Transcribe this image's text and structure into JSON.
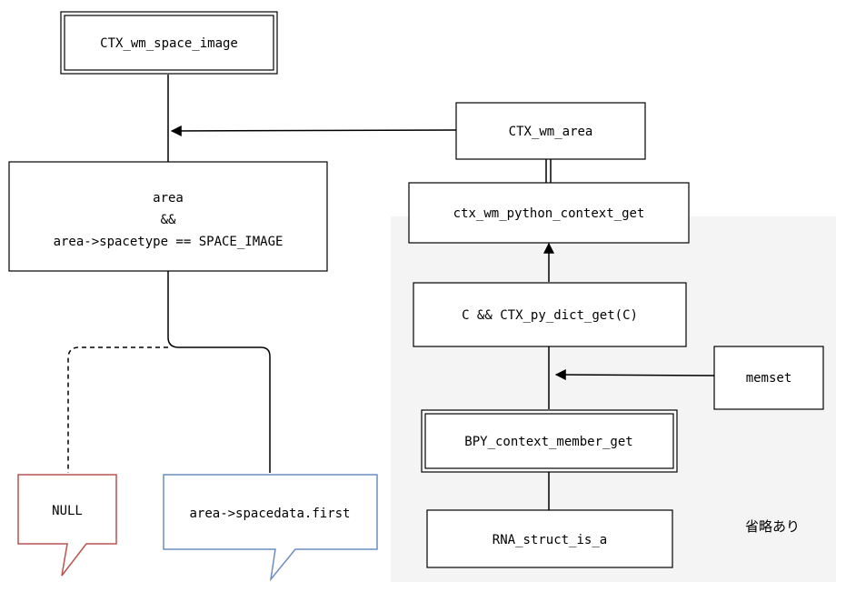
{
  "nodes": {
    "ctx_wm_space_image": "CTX_wm_space_image",
    "ctx_wm_area": "CTX_wm_area",
    "condition": {
      "line1": "area",
      "line2": "&&",
      "line3": "area->spacetype == SPACE_IMAGE"
    },
    "ctx_wm_python_context_get": "ctx_wm_python_context_get",
    "ctx_py_dict_get": "C && CTX_py_dict_get(C)",
    "memset": "memset",
    "bpy_context_member_get": "BPY_context_member_get",
    "rna_struct_is_a": "RNA_struct_is_a",
    "null_result": "NULL",
    "spacedata_first": "area->spacedata.first"
  },
  "annotations": {
    "omitted_note": "省略あり"
  },
  "colors": {
    "line": "#000000",
    "shade_region": "#f4f4f4",
    "null_callout_border": "#b85450",
    "spacedata_callout_border": "#6c8ebf"
  }
}
